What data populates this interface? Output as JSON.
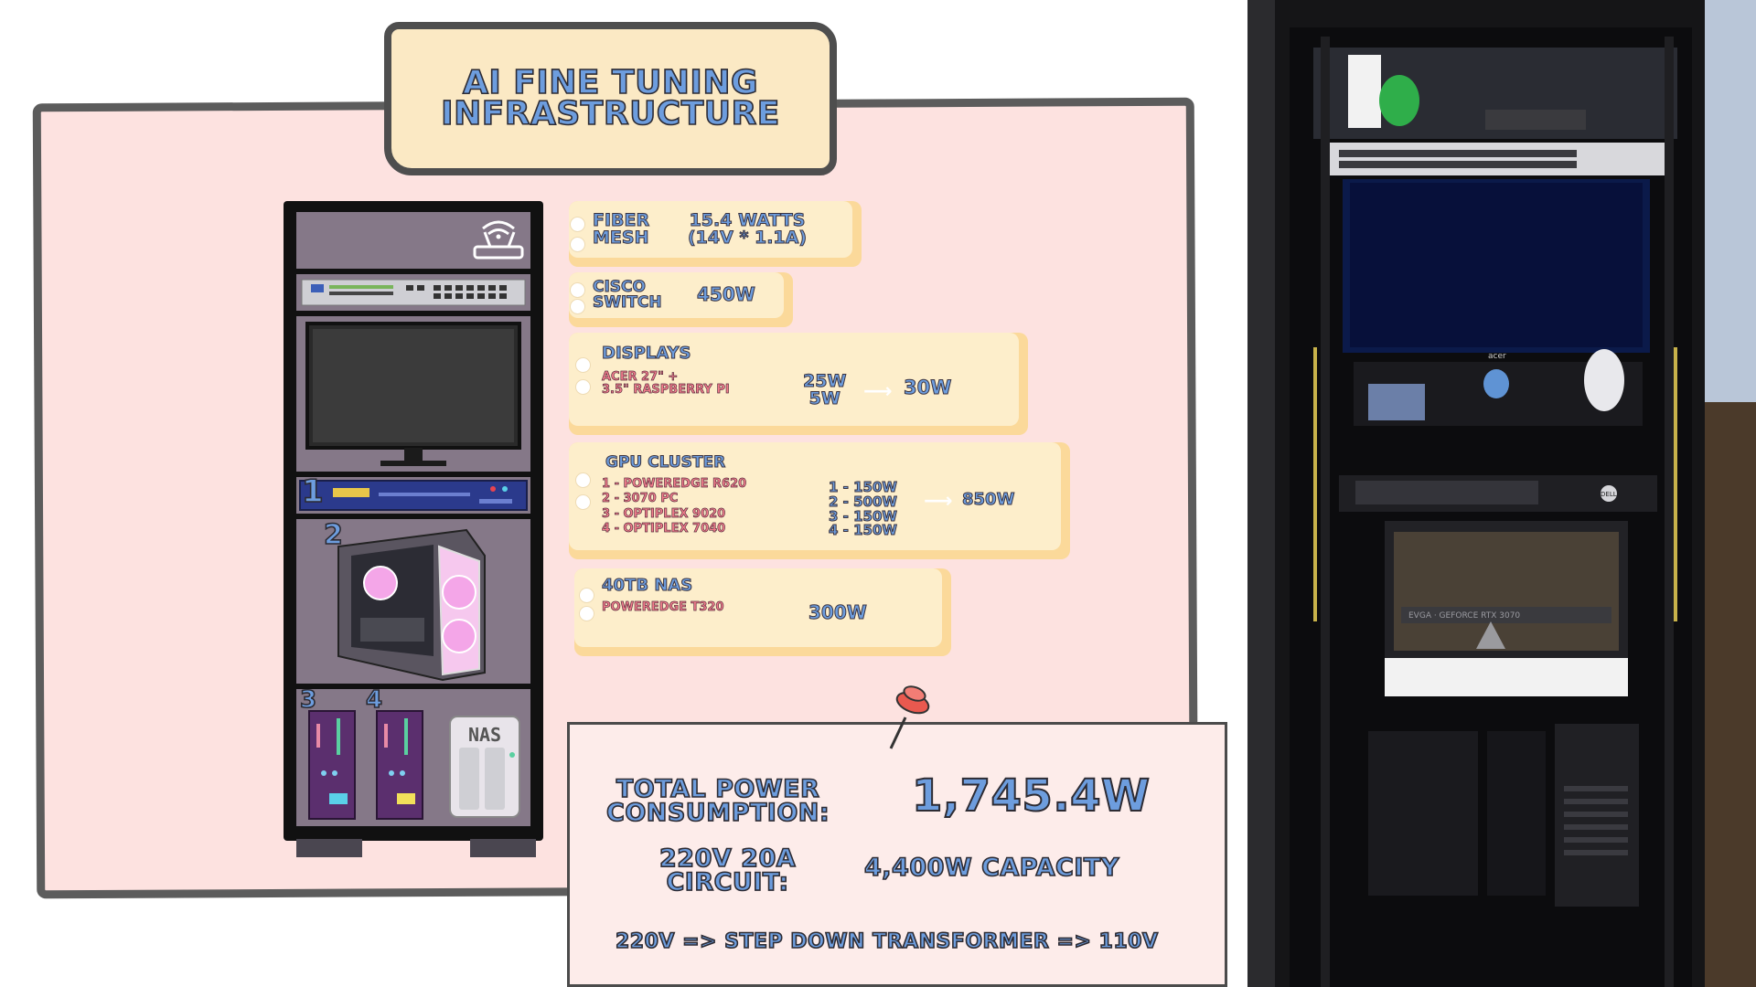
{
  "title": {
    "line1": "AI FINE TUNING",
    "line2": "INFRASTRUCTURE"
  },
  "rack": {
    "markers": [
      "1",
      "2",
      "3",
      "4"
    ],
    "nas_label": "NAS"
  },
  "components": [
    {
      "name_lines": [
        "FIBER",
        "MESH"
      ],
      "value_lines": [
        "15.4 WATTS",
        "(14V * 1.1A)"
      ]
    },
    {
      "name_lines": [
        "CISCO",
        "SWITCH"
      ],
      "value_lines": [
        "450W"
      ]
    },
    {
      "name": "DISPLAYS",
      "items": [
        "ACER 27\" +",
        "3.5\" RASPBERRY PI"
      ],
      "item_values": [
        "25W",
        "5W"
      ],
      "total": "30W"
    },
    {
      "name": "GPU CLUSTER",
      "items": [
        "1 - POWEREDGE R620",
        "2 - 3070 PC",
        "3 - OPTIPLEX 9020",
        "4 - OPTIPLEX 7040"
      ],
      "item_values": [
        "1 - 150W",
        "2 - 500W",
        "3 - 150W",
        "4 - 150W"
      ],
      "total": "850W"
    },
    {
      "name": "40TB NAS",
      "items": [
        "POWEREDGE T320"
      ],
      "total": "300W"
    }
  ],
  "total_power": {
    "label_lines": [
      "TOTAL POWER",
      "CONSUMPTION:"
    ],
    "value": "1,745.4W",
    "circuit_lines": [
      "220V 20A",
      "CIRCUIT:"
    ],
    "capacity": "4,400W CAPACITY",
    "transformer": "220V => STEP DOWN TRANSFORMER => 110V"
  },
  "photo": {
    "monitor_brand": "acer",
    "server_brand": "DELL",
    "gpu_label": "EVGA · GEFORCE RTX 3070"
  },
  "colors": {
    "board": "#fde2e0",
    "note": "#fdeecb",
    "note_shadow": "#fbd99a",
    "title_text": "#6d9dde",
    "item_text": "#f27d8c",
    "outline": "#2d2b33"
  }
}
